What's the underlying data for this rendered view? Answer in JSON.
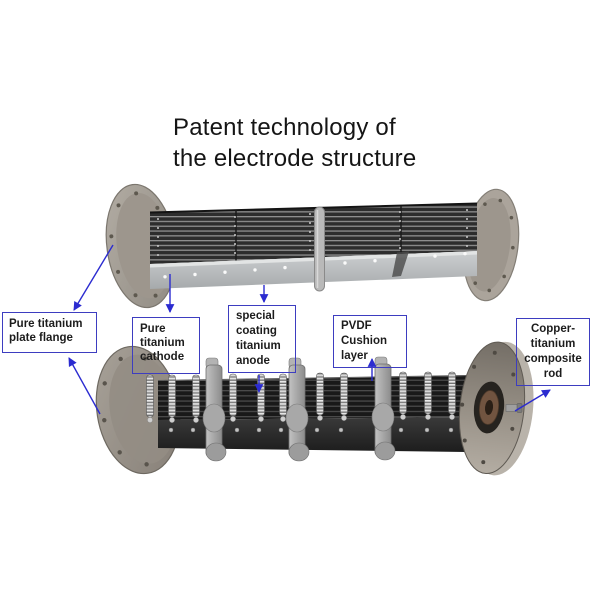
{
  "slide": {
    "title_lines": [
      "Patent technology of",
      "the electrode structure"
    ]
  },
  "labels": {
    "plate_flange": {
      "lines": [
        "Pure titanium",
        "plate flange"
      ]
    },
    "cathode": {
      "lines": [
        "Pure",
        "titanium",
        "cathode"
      ]
    },
    "anode": {
      "lines": [
        "special",
        "coating",
        "titanium",
        "anode"
      ]
    },
    "pvdf": {
      "lines": [
        "PVDF",
        "Cushion",
        "layer"
      ]
    },
    "copper_rod": {
      "lines": [
        "Copper-",
        "titanium",
        "composite",
        "rod"
      ]
    }
  },
  "colors": {
    "background": "#ffffff",
    "callout_border": "#3d3dc0",
    "arrow": "#2b2bd0",
    "title_text": "#151515",
    "label_text": "#1c1c1c"
  }
}
